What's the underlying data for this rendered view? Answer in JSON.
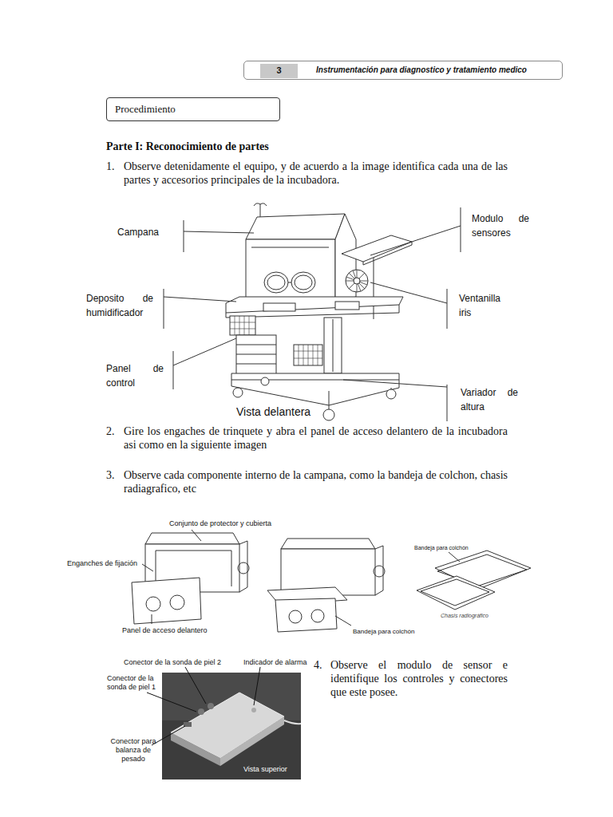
{
  "diagram": {
    "title": "Parte I: Reconocimiento de partes",
    "nodes": [
      {
        "text": [
          "Instrumentación para diagnostico y tratamiento medico"
        ]
      },
      {
        "text": [
          "3"
        ],
        "in": 0
      },
      {
        "text": [
          "Procedimiento"
        ]
      }
    ],
    "labels": [
      "1.",
      "Observe detenidamente el equipo, y de acuerdo a la image identifica cada una de las partes y accesorios principales de la incubadora.",
      "Campana",
      "Modulo de sensores",
      "Deposito de humidificador",
      "Ventanilla iris",
      "Panel de control",
      "Variador de altura",
      "Vista delantera",
      "2.",
      "Gire los engaches de trinquete y abra el panel de acceso delantero de la incubadora asi como en la siguiente imagen",
      "3.",
      "Observe cada componente interno de la campana, como la bandeja de colchon, chasis radiagrafico, etc",
      "Conjunto de protector y cubierta",
      "Enganches de fijación",
      "Panel de acceso delantero",
      "Bandeja para colchón",
      "Bandeja para colchón",
      "Chasis radiográfico",
      "Conector de la sonda de piel 2",
      "Indicador de alarma",
      "Conector de la sonda de piel 1",
      "Conector para balanza de pesado",
      "Vista superior",
      "4.",
      "Observe el modulo de sensor e identifique los controles y conectores que este posee."
    ]
  }
}
